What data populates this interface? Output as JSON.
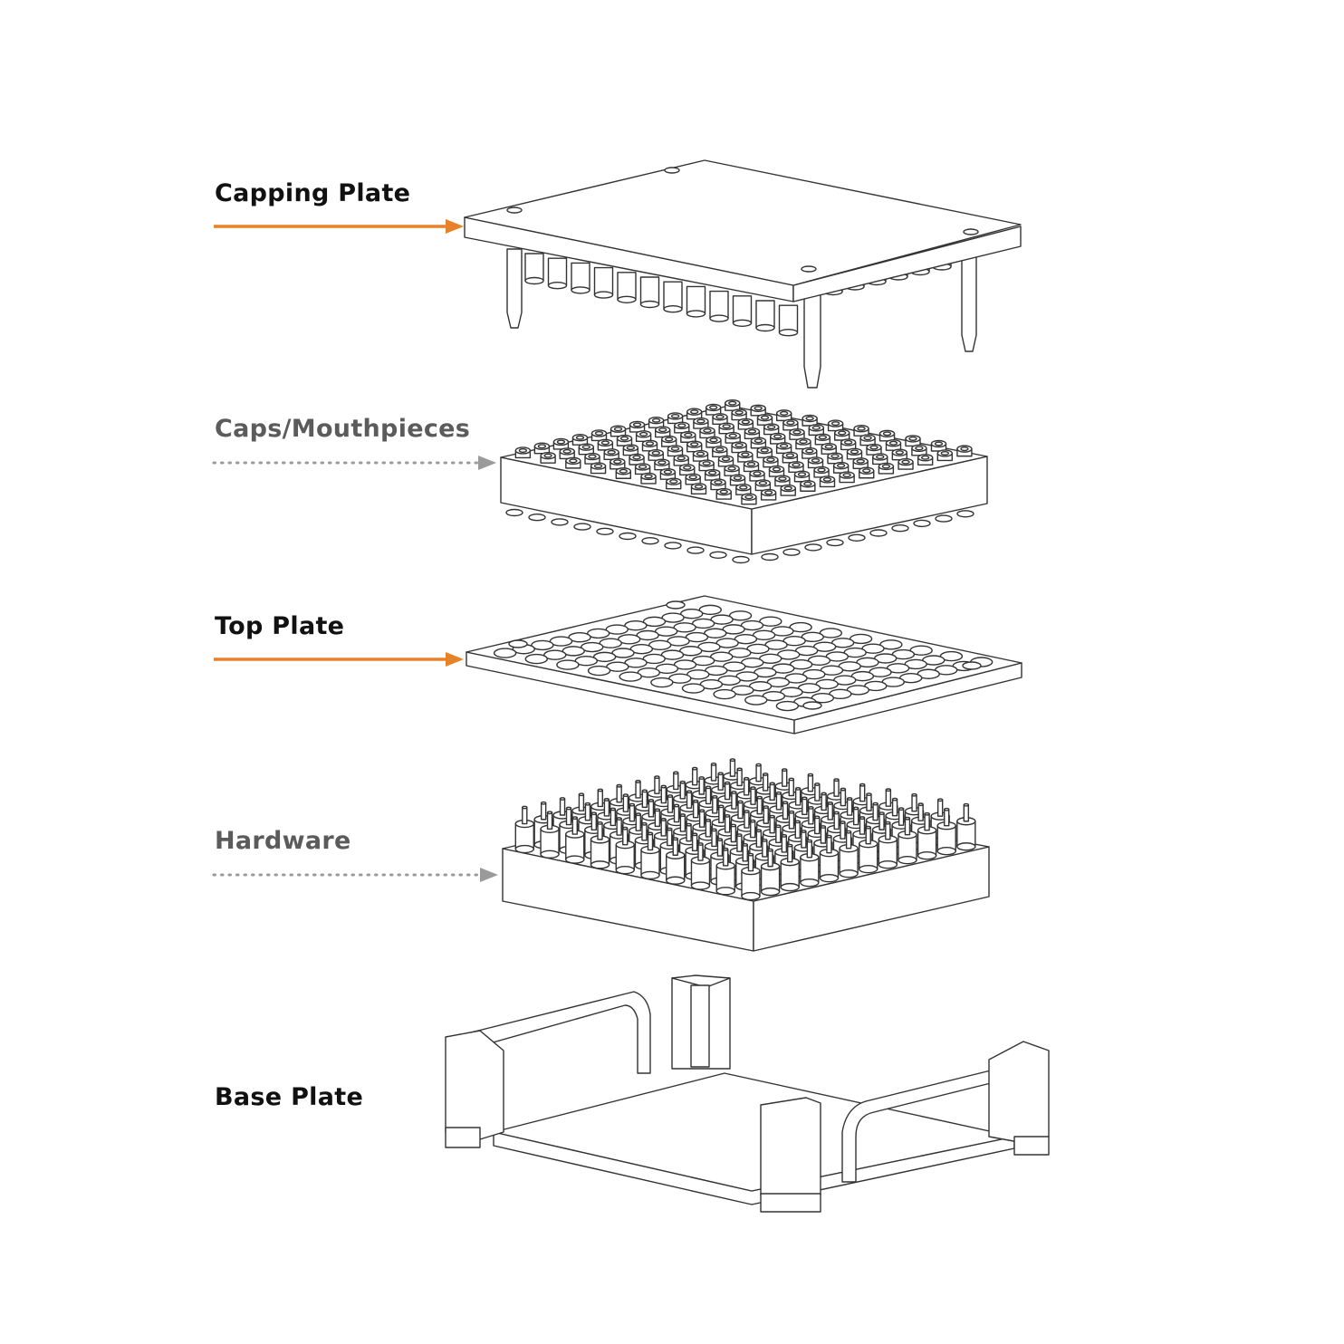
{
  "labels": [
    {
      "text": "Capping Plate",
      "style": "primary",
      "arrow": "solid"
    },
    {
      "text": "Caps/Mouthpieces",
      "style": "secondary",
      "arrow": "dotted"
    },
    {
      "text": "Top Plate",
      "style": "primary",
      "arrow": "solid"
    },
    {
      "text": "Hardware",
      "style": "secondary",
      "arrow": "dotted"
    },
    {
      "text": "Base Plate",
      "style": "primary",
      "arrow": "none"
    }
  ],
  "colors": {
    "accent": "#e8822a",
    "secondary_arrow": "#9a9a9a",
    "primary_text": "#111111",
    "secondary_text": "#5b5b5b",
    "line": "#333333"
  }
}
